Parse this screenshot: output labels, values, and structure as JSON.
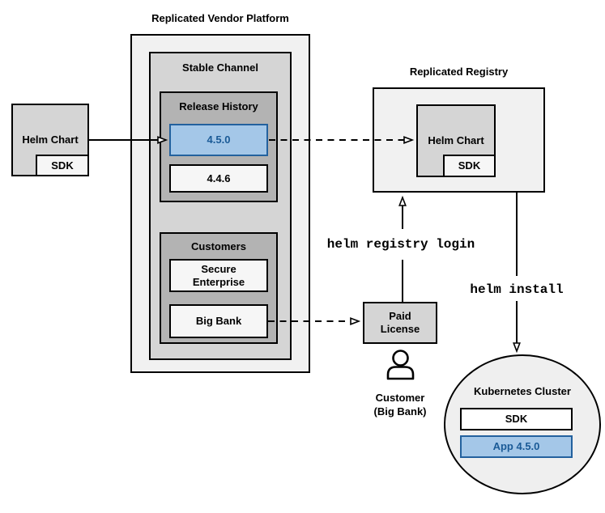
{
  "nodes": {
    "vendor_platform_title": "Replicated Vendor Platform",
    "stable_channel_title": "Stable Channel",
    "release_history_title": "Release History",
    "release_new": "4.5.0",
    "release_old": "4.4.6",
    "customers_title": "Customers",
    "customer_secure": "Secure Enterprise",
    "customer_bigbank": "Big Bank",
    "helm_chart_source": "Helm Chart",
    "helm_chart_source_sdk": "SDK",
    "registry_title": "Replicated Registry",
    "registry_helm_chart": "Helm Chart",
    "registry_sdk": "SDK",
    "paid_license": "Paid License",
    "kubernetes_title": "Kubernetes Cluster",
    "kubernetes_sdk": "SDK",
    "kubernetes_app": "App 4.5.0"
  },
  "customer_person": {
    "line1": "Customer",
    "line2": "(Big Bank)"
  },
  "commands": {
    "registry_login": "helm registry login",
    "install": "helm install"
  },
  "icons": {
    "person": "person-icon",
    "arrowhead": "open-triangle-arrowhead"
  },
  "colors": {
    "highlight_fill": "#a4c7e8",
    "highlight_border": "#23619e",
    "highlight_text": "#1a5a96",
    "container_light": "#f1f1f1",
    "container_mid": "#d5d5d5",
    "container_dark": "#b3b3b3",
    "node_light": "#f6f6f6",
    "line": "#000000",
    "background": "#ffffff"
  }
}
